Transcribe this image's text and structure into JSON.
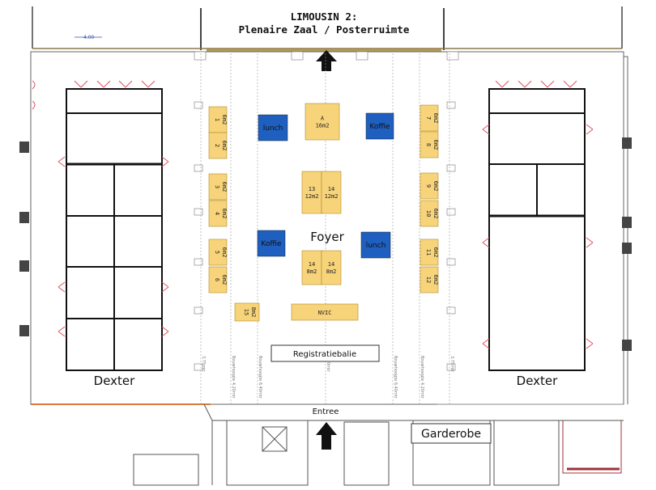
{
  "header": {
    "title_line1": "LIMOUSIN 2:",
    "title_line2": "Plenaire Zaal / Posterruimte"
  },
  "rooms": {
    "foyer": "Foyer",
    "dexter_left": "Dexter",
    "dexter_right": "Dexter",
    "garderobe": "Garderobe"
  },
  "registration": "Registratiebalie",
  "entrance": "Entree",
  "dimension_label": "4.00",
  "catering": {
    "lunch_left": "lunch",
    "koffie_right": "Koffie",
    "koffie_left": "Koffie",
    "lunch_right": "lunch"
  },
  "stands_left": [
    {
      "num": "1",
      "area": "6m2"
    },
    {
      "num": "2",
      "area": "6m2"
    },
    {
      "num": "3",
      "area": "6m2"
    },
    {
      "num": "4",
      "area": "6m2"
    },
    {
      "num": "5",
      "area": "6m2"
    },
    {
      "num": "6",
      "area": "6m2"
    }
  ],
  "stands_right": [
    {
      "num": "7",
      "area": "6m2"
    },
    {
      "num": "8",
      "area": "6m2"
    },
    {
      "num": "9",
      "area": "6m2"
    },
    {
      "num": "10",
      "area": "6m2"
    },
    {
      "num": "11",
      "area": "6m2"
    },
    {
      "num": "12",
      "area": "6m2"
    }
  ],
  "stand_a": {
    "num": "A",
    "area": "16m2"
  },
  "stands_center": [
    {
      "num": "13",
      "area": "12m2"
    },
    {
      "num": "14",
      "area": "12m2"
    },
    {
      "num": "14",
      "area": "8m2"
    },
    {
      "num": "14",
      "area": "8m2"
    }
  ],
  "stand_15": {
    "num": "15",
    "area": "8m2"
  },
  "nvic": "NVIC",
  "ceiling_heights": [
    "3.75mtr",
    "Bouwhoogte 4.20mtr",
    "Bouwhoogte 6.40mtr",
    "5.20mtr",
    "Bouwhoogte 6.40mtr",
    "Bouwhoogte 4.20mtr",
    "3.75mtr"
  ],
  "colors": {
    "stand": "#f7d37a",
    "catering": "#1f5fbf",
    "door": "#e05060"
  }
}
